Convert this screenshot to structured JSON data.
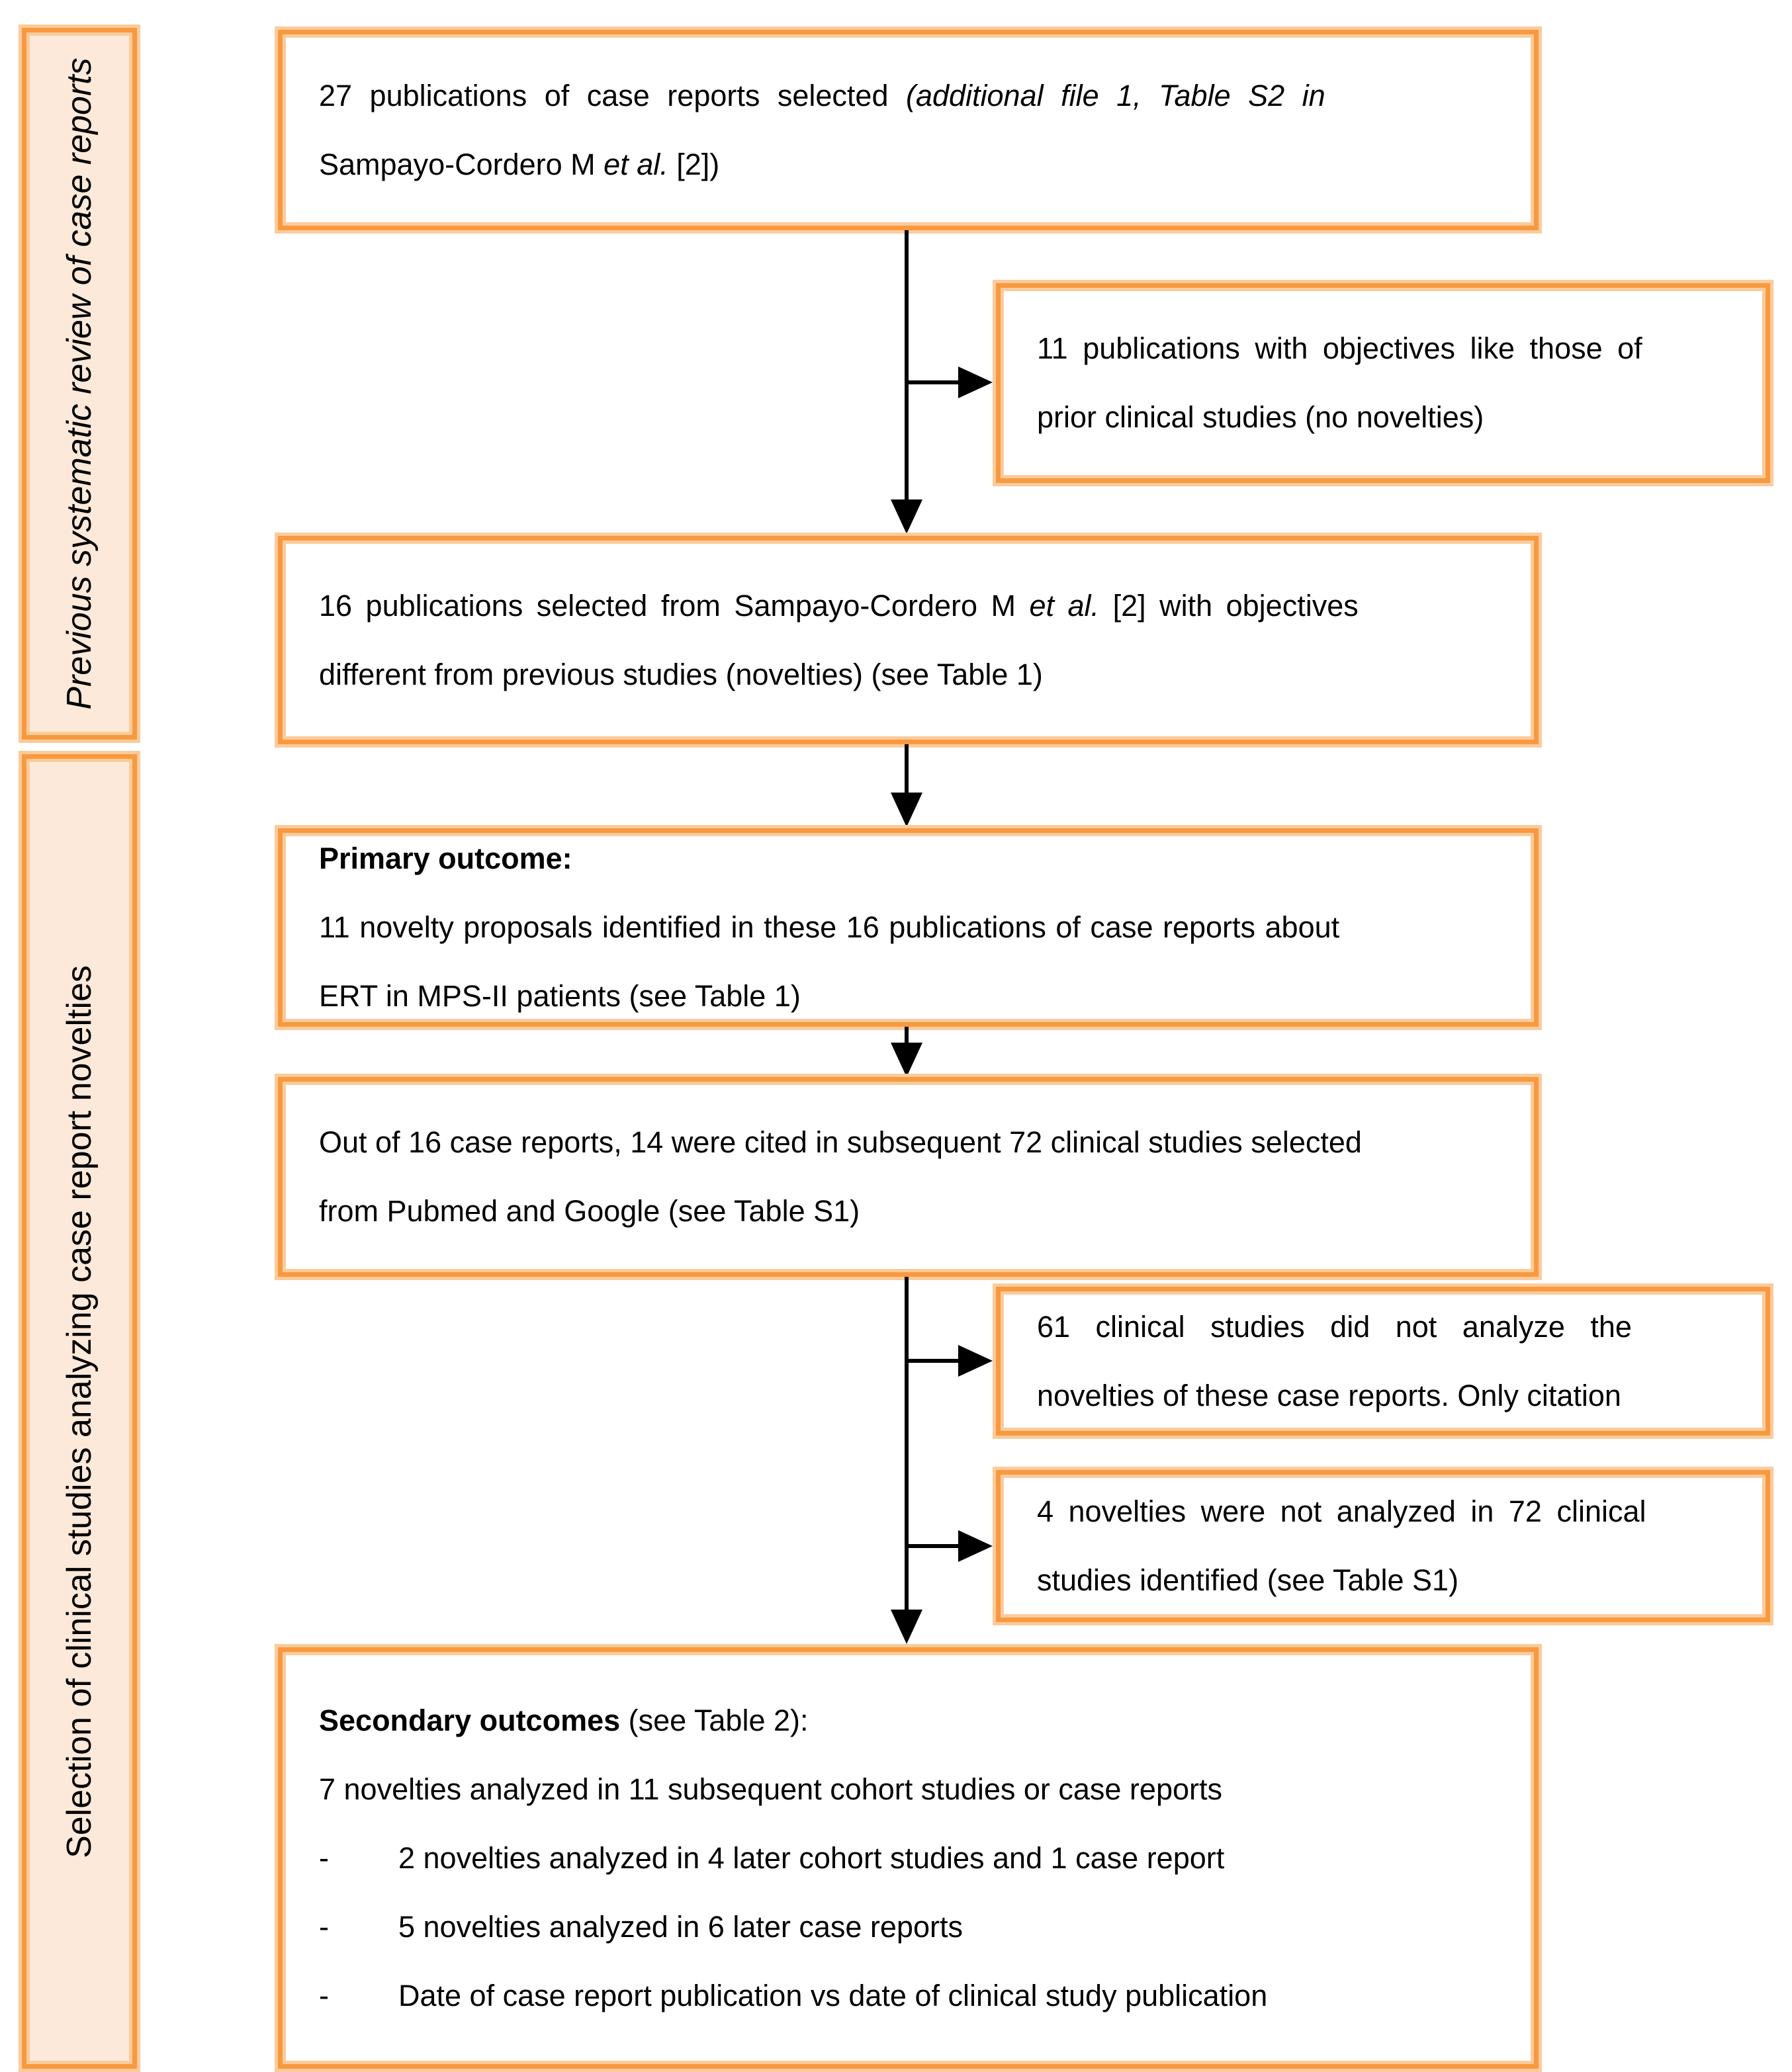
{
  "figure": {
    "type": "flow-diagram",
    "background": "#ffffff",
    "box_border_color": "#F8993F",
    "box_border_light_color": "#FBCB9C",
    "stage_label_fill": "#FDE9D9",
    "arrow_color": "#000000"
  },
  "side_labels": {
    "previous_review": "Previous systematic review of case reports",
    "selection": "Selection of clinical studies analyzing case report novelties"
  },
  "boxes": {
    "selected": {
      "line1_normal": "27 publications of case reports selected ",
      "line1_italic": "(additional file 1, Table S2 in",
      "line2_normal": "Sampayo-Cordero M ",
      "line2_italic": "et al.",
      "line2_tail": " [2])"
    },
    "excluded_no_novelties": {
      "line1": "11 publications with objectives like those of",
      "line2": "prior clinical studies (no novelties)"
    },
    "novelties_selected": {
      "line1_head": "16 publications selected from Sampayo-Cordero M ",
      "line1_italic": "et al.",
      "line1_tail": " [2] with objectives",
      "line2": "different from previous studies (novelties) (see Table 1)"
    },
    "primary_outcome": {
      "title": "Primary outcome:",
      "line1": "11 novelty proposals identified in these 16 publications of case reports about",
      "line2": "ERT in MPS-II patients (see Table 1)"
    },
    "cited_studies": {
      "line1": "Out of 16 case reports, 14 were cited in subsequent 72 clinical studies selected",
      "line2": "from Pubmed and Google (see Table S1)"
    },
    "excluded_only_citation": {
      "line1": "61 clinical studies did not analyze the",
      "line2": "novelties of these case reports. Only citation"
    },
    "excluded_not_analyzed": {
      "line1": "4 novelties were not analyzed in 72 clinical",
      "line2": "studies identified (see Table S1)"
    },
    "secondary_outcomes": {
      "title_bold": "Secondary outcomes",
      "title_tail": " (see Table 2):",
      "line1": "7 novelties analyzed in 11 subsequent cohort studies or case reports",
      "bullet_marker": "-",
      "bullets": [
        "2 novelties analyzed in 4 later cohort studies and 1 case report",
        "5 novelties analyzed in 6 later case reports",
        "Date of case report publication vs date of clinical study publication"
      ]
    }
  }
}
